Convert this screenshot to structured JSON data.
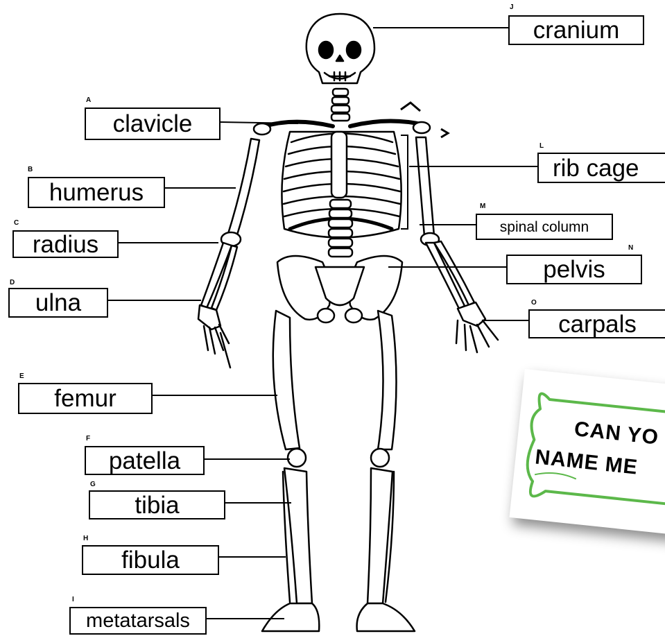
{
  "labels": {
    "clavicle": {
      "letter": "A",
      "text": "clavicle"
    },
    "humerus": {
      "letter": "B",
      "text": "humerus"
    },
    "radius": {
      "letter": "C",
      "text": "radius"
    },
    "ulna": {
      "letter": "D",
      "text": "ulna"
    },
    "femur": {
      "letter": "E",
      "text": "femur"
    },
    "patella": {
      "letter": "F",
      "text": "patella"
    },
    "tibia": {
      "letter": "G",
      "text": "tibia"
    },
    "fibula": {
      "letter": "H",
      "text": "fibula"
    },
    "metatarsals": {
      "letter": "I",
      "text": "metatarsals"
    },
    "cranium": {
      "letter": "J",
      "text": "cranium"
    },
    "rib_cage": {
      "letter": "L",
      "text": "rib cage"
    },
    "spinal_column": {
      "letter": "M",
      "text": "spinal column"
    },
    "pelvis": {
      "letter": "N",
      "text": "pelvis"
    },
    "carpals": {
      "letter": "O",
      "text": "carpals"
    }
  },
  "bone_card": {
    "line1": "CAN YO",
    "line2": "NAME ME",
    "accent": "#5cb84a"
  }
}
